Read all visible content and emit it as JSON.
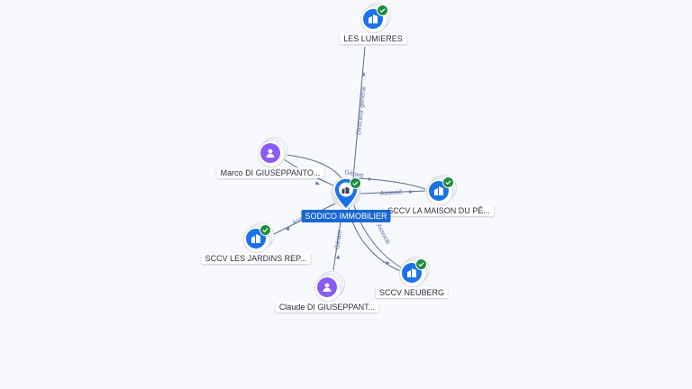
{
  "center": {
    "name": "SODICO IMMOBILIER",
    "icon": "building-pin-icon"
  },
  "nodes": {
    "lumieres": {
      "label": "LES LUMIERES",
      "kind": "company",
      "verified": true
    },
    "marco": {
      "label": "Marco DI GIUSEPPANTO...",
      "kind": "person"
    },
    "maison": {
      "label": "SCCV LA MAISON DU PÊ...",
      "kind": "company",
      "verified": true
    },
    "jardins": {
      "label": "SCCV LES JARDINS REP...",
      "kind": "company",
      "verified": true
    },
    "claude": {
      "label": "Claude DI GIUSEPPANT...",
      "kind": "person"
    },
    "neuberg": {
      "label": "SCCV NEUBERG",
      "kind": "company",
      "verified": true
    }
  },
  "edges": {
    "lumieres": "Directeur général",
    "marco": "Gérant",
    "maison": "Associé",
    "jardins": "Associé",
    "claude": "Gérant",
    "neuberg": "Associé"
  },
  "colors": {
    "company": "#1a73e8",
    "person": "#8a5cf5",
    "center": "#1967d2",
    "verified": "#1e8e3e"
  }
}
